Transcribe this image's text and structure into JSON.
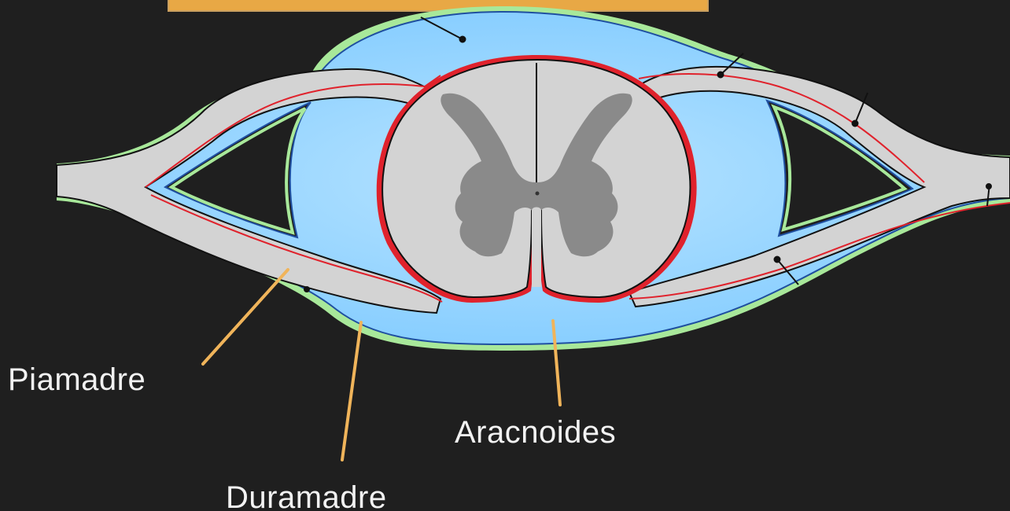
{
  "diagram": {
    "title_banner": "",
    "labels": {
      "piamadre": "Piamadre",
      "aracnoides": "Aracnoides",
      "duramadre": "Duramadre"
    },
    "colors": {
      "background": "#1f1f1f",
      "csf_blue": "#8fd2ff",
      "dura_green": "#a8e89a",
      "arachnoid_line": "#1f4fa0",
      "pia_red": "#e0222c",
      "cord_white_matter": "#d3d3d3",
      "grey_matter": "#8a8a8a",
      "leader_orange": "#f0b45a",
      "banner_orange": "#e8a845"
    }
  }
}
